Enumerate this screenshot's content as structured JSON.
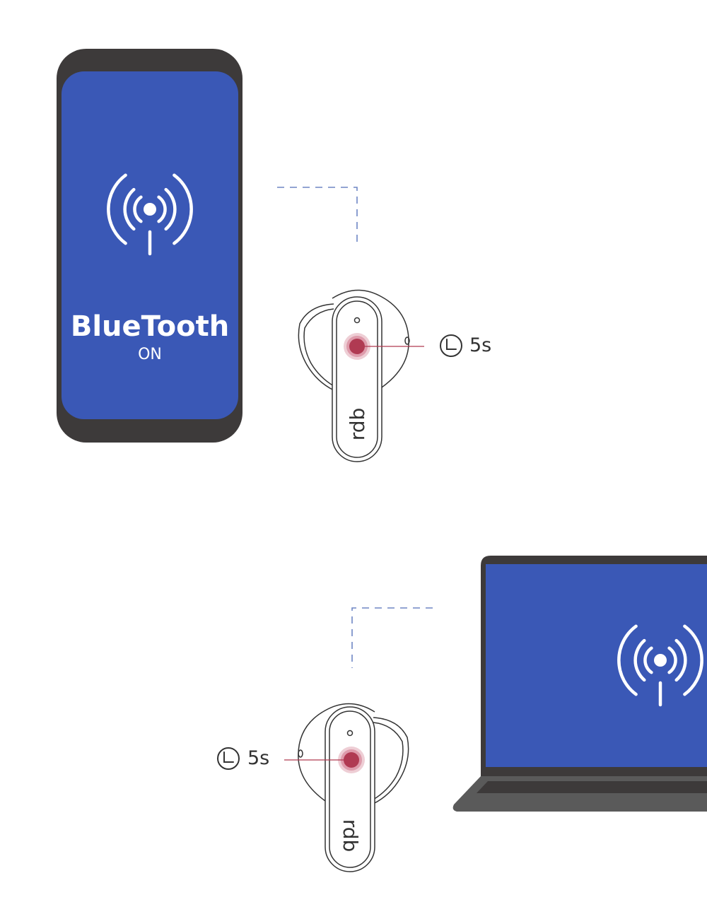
{
  "colors": {
    "screen_blue": "#3a58b6",
    "device_body": "#3d3a3a",
    "laptop_base": "#5a5a5a",
    "button_red": "#b03a52",
    "button_glow": "#e7b9c3",
    "connector_dash": "#6e86c4",
    "outline": "#333333"
  },
  "phone": {
    "title": "BlueTooth",
    "status": "ON",
    "icon": "broadcast-signal-icon"
  },
  "laptop": {
    "icon": "broadcast-signal-icon"
  },
  "earbud_right": {
    "logo": "rdb",
    "timer_icon": "clock-icon",
    "hold_time": "5s"
  },
  "earbud_left": {
    "logo": "rdb",
    "timer_icon": "clock-icon",
    "hold_time": "5s"
  }
}
